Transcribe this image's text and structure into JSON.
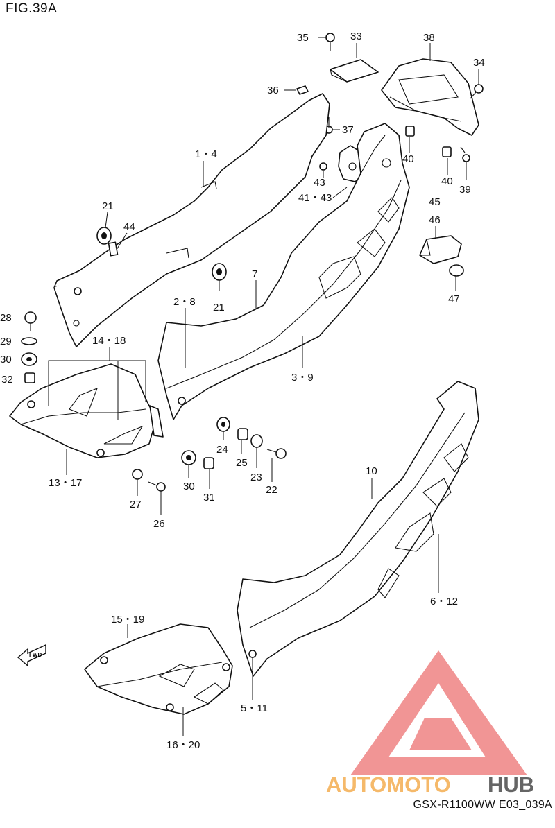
{
  "figure": {
    "title": "FIG.39A",
    "code": "GSX-R1100WW   E03_039A"
  },
  "watermark": {
    "brand_left": "AUTOMOTO",
    "brand_right": "HUB",
    "color_triangle": "#f08a8a",
    "color_auto": "#f5b25a",
    "color_hub": "#555555"
  },
  "fwd_label": "FWD",
  "labels": {
    "l35": "35",
    "l33": "33",
    "l38": "38",
    "l34": "34",
    "l36": "36",
    "l37": "37",
    "l14": "1・4",
    "l40a": "40",
    "l40b": "40",
    "l39": "39",
    "l43": "43",
    "l4143": "41・43",
    "l21a": "21",
    "l44": "44",
    "l45": "45",
    "l46": "46",
    "l7": "7",
    "l47": "47",
    "l21b": "21",
    "l28": "28",
    "l28b": "2・8",
    "l29": "29",
    "l1418": "14・18",
    "l30a": "30",
    "l39b": "3・9",
    "l32": "32",
    "l24": "24",
    "l25": "25",
    "l23": "23",
    "l22": "22",
    "l1317": "13・17",
    "l10": "10",
    "l30b": "30",
    "l27": "27",
    "l31": "31",
    "l26": "26",
    "l612": "6・12",
    "l1519": "15・19",
    "l511": "5・11",
    "l1620": "16・20"
  }
}
